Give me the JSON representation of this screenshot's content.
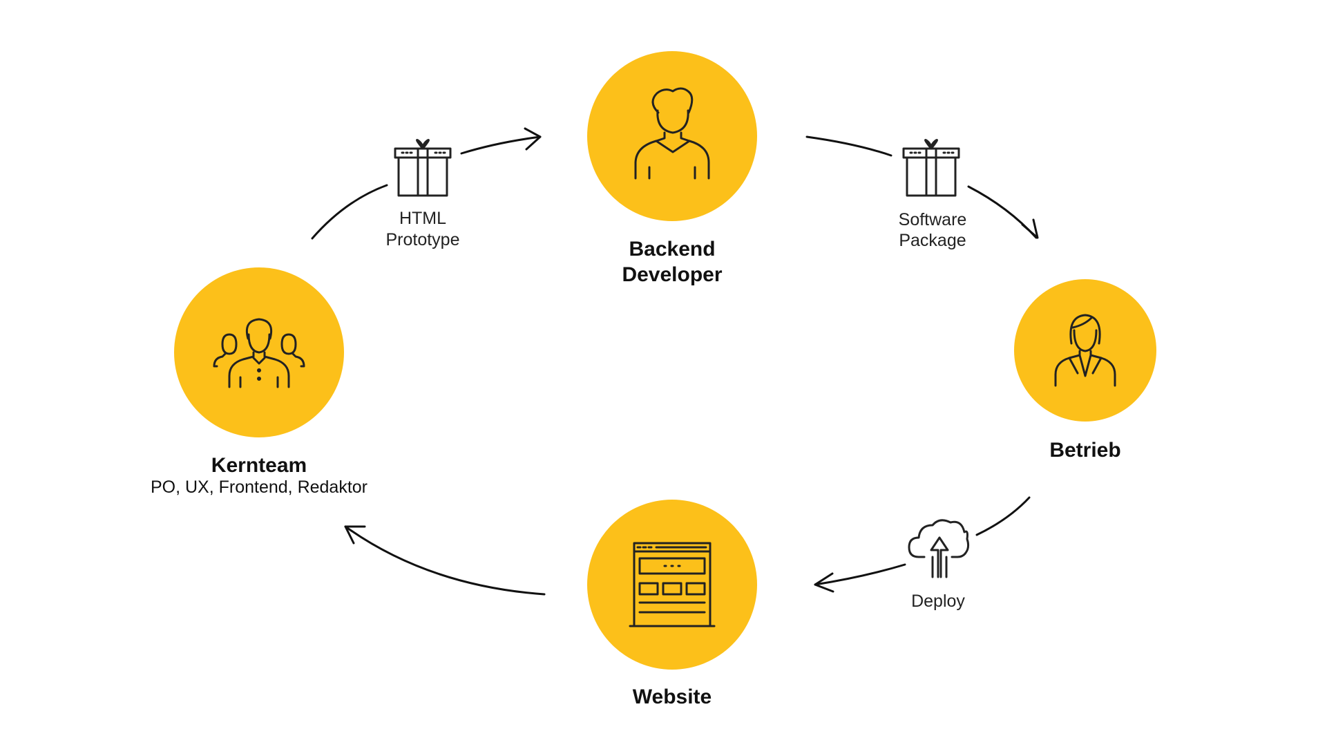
{
  "colors": {
    "node_fill": "#FCC01A",
    "line": "#111111",
    "background": "#FFFFFF"
  },
  "nodes": {
    "backend": {
      "title_line1": "Backend",
      "title_line2": "Developer",
      "icon": "developer-person-icon"
    },
    "betrieb": {
      "title": "Betrieb",
      "icon": "operations-woman-icon"
    },
    "website": {
      "title": "Website",
      "icon": "browser-window-icon"
    },
    "kernteam": {
      "title": "Kernteam",
      "subtitle": "PO, UX, Frontend, Redaktor",
      "icon": "team-group-icon"
    }
  },
  "edges": {
    "html_prototype": {
      "line1": "HTML",
      "line2": "Prototype",
      "icon": "gift-box-icon"
    },
    "software_package": {
      "line1": "Software",
      "line2": "Package",
      "icon": "gift-box-icon"
    },
    "deploy": {
      "line1": "Deploy",
      "icon": "cloud-upload-icon"
    }
  }
}
